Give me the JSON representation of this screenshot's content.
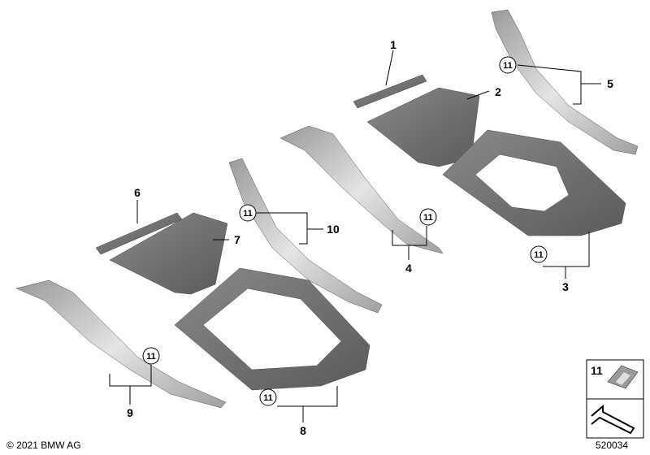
{
  "copyright": "© 2021 BMW AG",
  "diagram_id": "520034",
  "legend": {
    "clip_number": "11",
    "clip_icon": "clip-icon",
    "arrow_icon": "arrow-icon"
  },
  "parts": [
    {
      "number": "1"
    },
    {
      "number": "2"
    },
    {
      "number": "3"
    },
    {
      "number": "4"
    },
    {
      "number": "5"
    },
    {
      "number": "6"
    },
    {
      "number": "7"
    },
    {
      "number": "8"
    },
    {
      "number": "9"
    },
    {
      "number": "10"
    }
  ],
  "clip_callout": "11",
  "colors": {
    "part_dark": "#6e6e6e",
    "part_light": "#c8c8c8",
    "line": "#000000"
  }
}
